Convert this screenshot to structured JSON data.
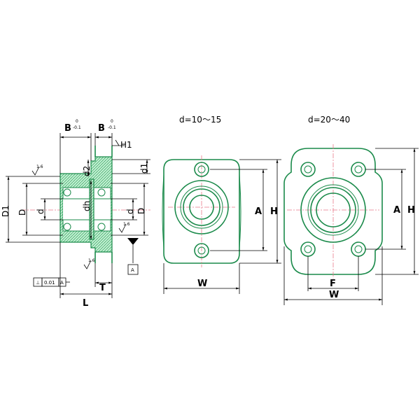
{
  "views": {
    "small": {
      "caption": "d=10～15",
      "labels": {
        "A": "A",
        "H": "H",
        "W": "W"
      }
    },
    "large": {
      "caption": "d=20～40",
      "labels": {
        "A": "A",
        "H": "H",
        "W": "W",
        "F": "F"
      }
    }
  },
  "section": {
    "labels": {
      "B_left": "B",
      "B_right": "B",
      "tol_top_left": "0",
      "tol_bot_left": "-0.1",
      "tol_top_right": "0",
      "tol_bot_right": "-0.1",
      "H1": "H1",
      "d1": "d1",
      "d2": "d2",
      "dh": "dh",
      "D1": "D1",
      "D_left": "D",
      "d_left": "d",
      "d_right": "d",
      "D_right": "D",
      "L": "L",
      "T": "T",
      "datum": "A",
      "gdt_symbol": "⊥",
      "gdt_value": "0.01",
      "gdt_ref": "A",
      "finish_1": "1.6",
      "finish_2": "1.6",
      "finish_3": "1.6"
    }
  },
  "colors": {
    "part": "#1a8a4a",
    "fill": "#bff0d0",
    "center": "#e87a8a",
    "dim": "#000000"
  }
}
